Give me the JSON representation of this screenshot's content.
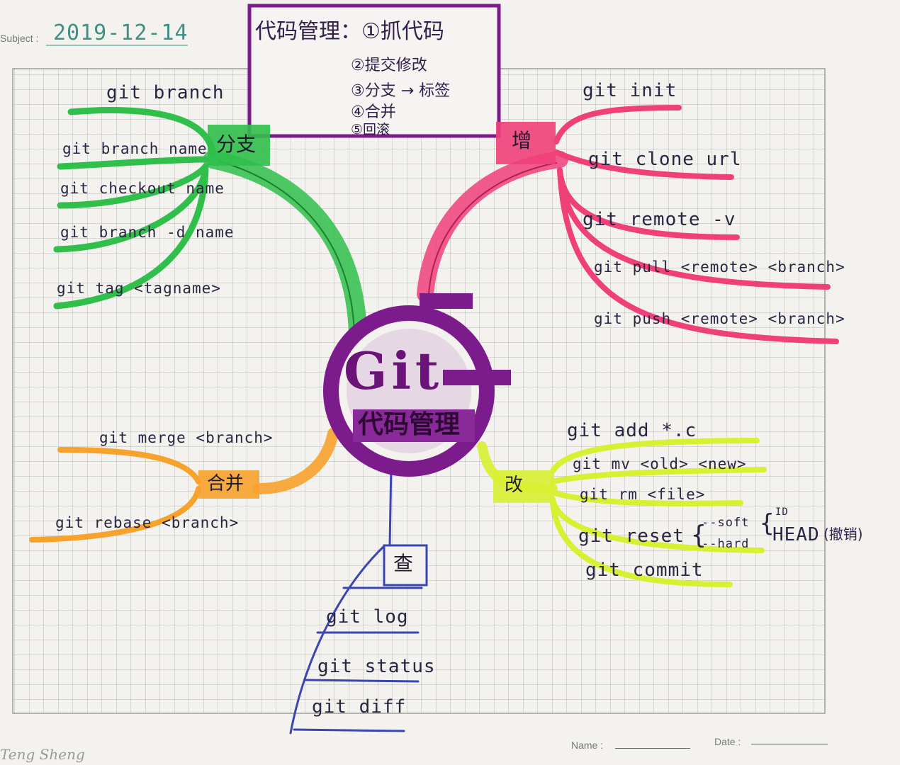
{
  "header": {
    "subject_label": "Subject :",
    "date": "2019-12-14"
  },
  "note_box": {
    "title": "代码管理：①抓代码",
    "items": [
      "②提交修改",
      "③分支 → 标签",
      "④合并",
      "⑤回滚"
    ]
  },
  "center": {
    "title": "Git",
    "subtitle": "代码管理"
  },
  "branches": {
    "branch": {
      "label": "分支",
      "commands": [
        "git branch",
        "git branch name",
        "git checkout name",
        "git branch -d name",
        "git tag <tagname>"
      ]
    },
    "add": {
      "label": "增",
      "commands": [
        "git init",
        "git clone url",
        "git remote -v",
        "git pull <remote> <branch>",
        "git push <remote> <branch>"
      ]
    },
    "merge": {
      "label": "合并",
      "commands": [
        "git merge <branch>",
        "git rebase <branch>"
      ]
    },
    "query": {
      "label": "查",
      "commands": [
        "git log",
        "git status",
        "git diff"
      ]
    },
    "modify": {
      "label": "改",
      "commands": [
        "git add *.c",
        "git mv <old> <new>",
        "git rm <file>",
        "git reset",
        "git commit"
      ],
      "reset_options": [
        "--soft",
        "--hard"
      ],
      "reset_target_superscript": "ID",
      "reset_target": "HEAD",
      "reset_note": "(撤销)"
    }
  },
  "footer": {
    "signature": "Teng Sheng",
    "name_label": "Name :",
    "date_label": "Date :"
  },
  "colors": {
    "paper": "#f3f2ee",
    "grid": "#b9b9b6",
    "purple": "#7b1b8c",
    "green": "#2fbf4a",
    "pink": "#f0407a",
    "orange": "#f7a22b",
    "yellow": "#d8f032",
    "blue": "#3b46b0"
  }
}
